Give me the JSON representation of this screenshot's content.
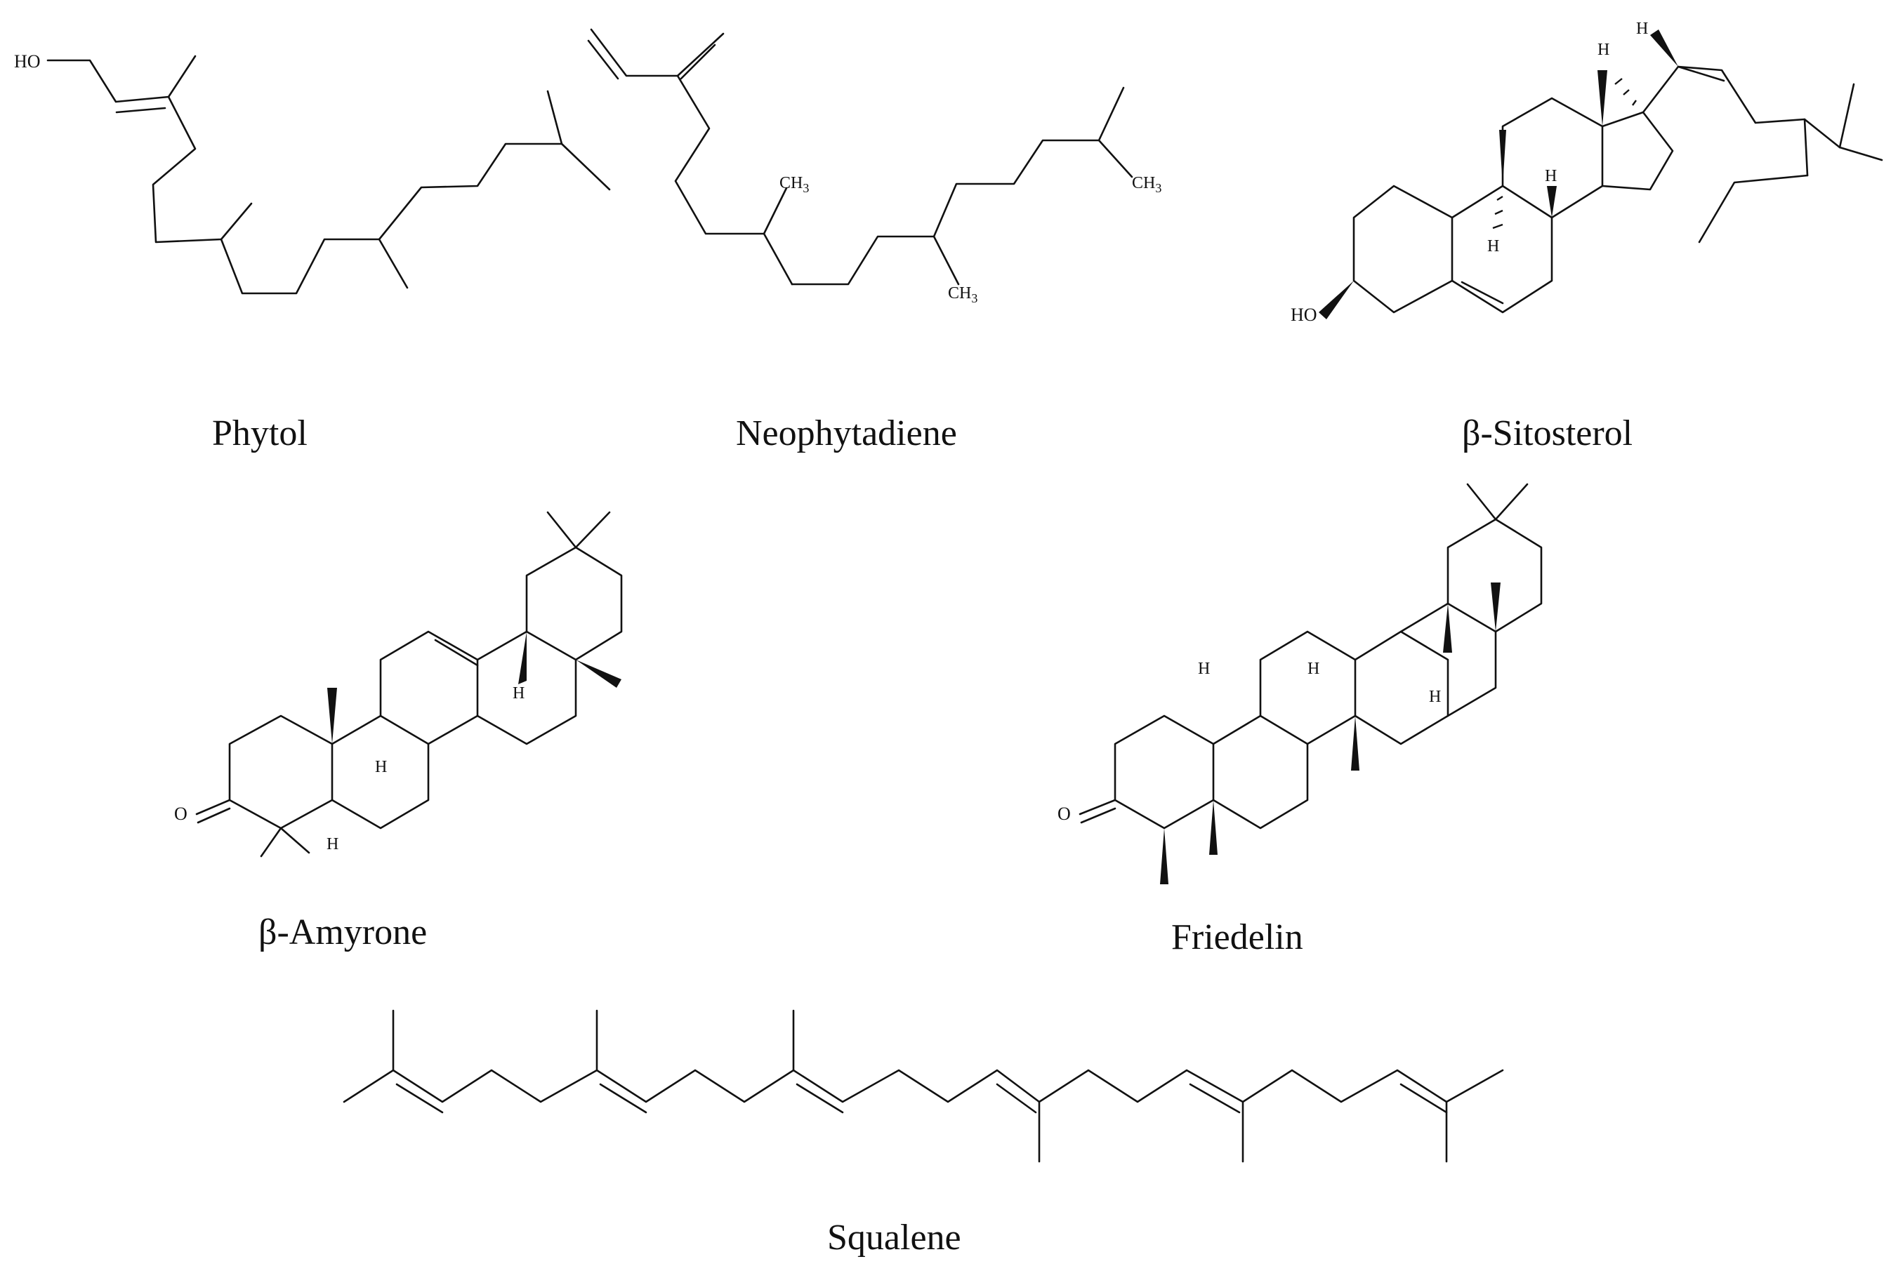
{
  "compounds": {
    "phytol": {
      "name": "Phytol",
      "atoms": {
        "oh": "HO"
      }
    },
    "neophytadiene": {
      "name": "Neophytadiene",
      "atoms": {
        "ch3_a": "CH3",
        "ch3_b": "CH3",
        "ch3_c": "CH3"
      }
    },
    "sitosterol": {
      "name": "β-Sitosterol",
      "atoms": {
        "ho": "HO",
        "h1": "H",
        "h2": "H",
        "h3": "H",
        "h4": "H"
      }
    },
    "amyrone": {
      "name": "β-Amyrone",
      "atoms": {
        "o": "O",
        "h1": "H",
        "h2": "H",
        "h3": "H"
      }
    },
    "friedelin": {
      "name": "Friedelin",
      "atoms": {
        "o": "O",
        "h1": "H",
        "h2": "H",
        "h3": "H"
      }
    },
    "squalene": {
      "name": "Squalene"
    }
  }
}
